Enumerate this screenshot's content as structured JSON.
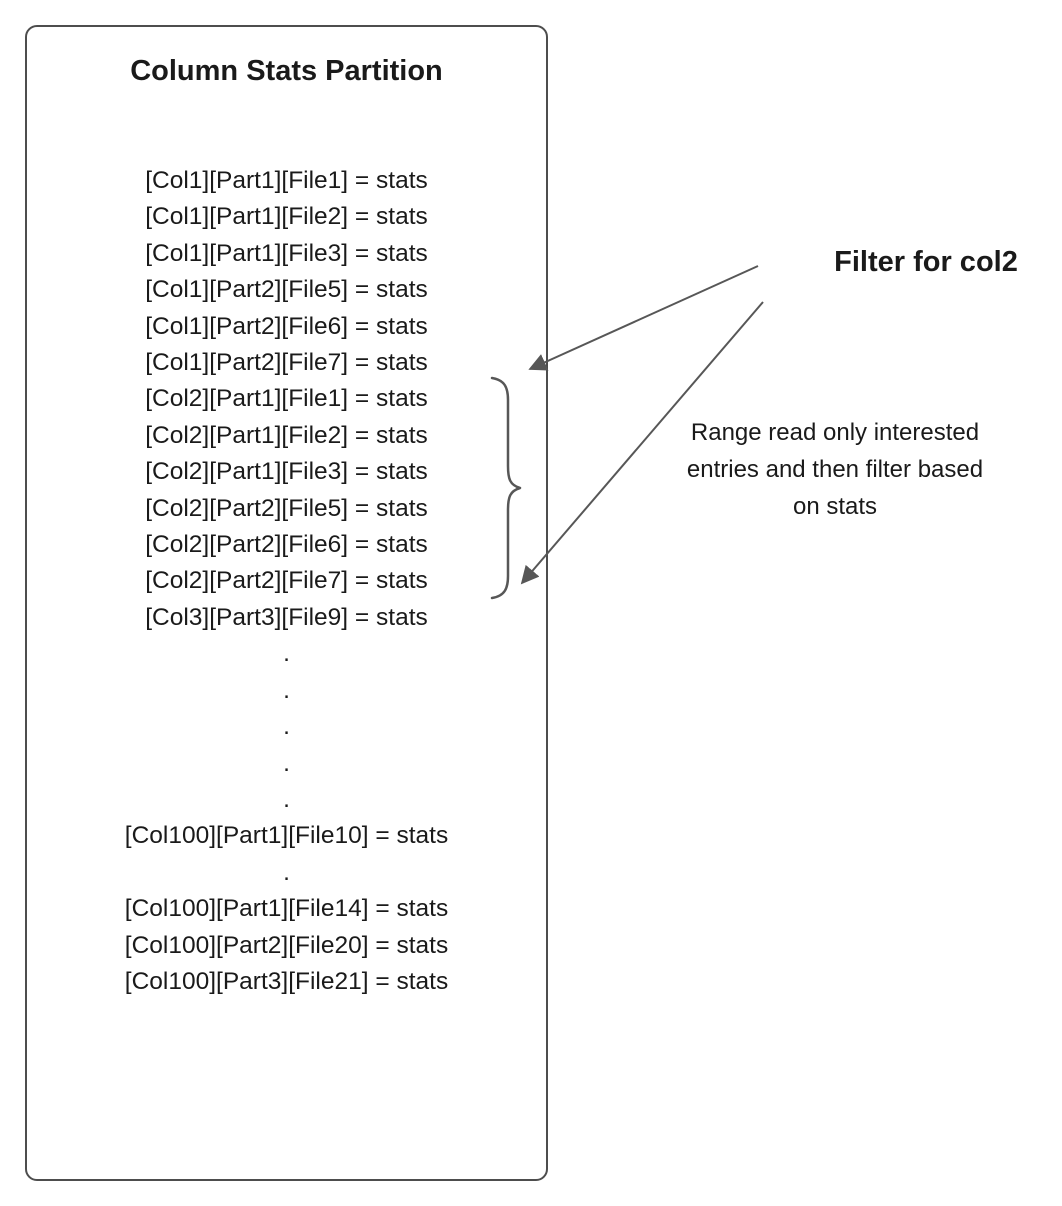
{
  "diagram": {
    "box": {
      "title": "Column Stats Partition",
      "entries": [
        "[Col1][Part1][File1] = stats",
        "[Col1][Part1][File2] = stats",
        "[Col1][Part1][File3] = stats",
        "[Col1][Part2][File5] = stats",
        "[Col1][Part2][File6] = stats",
        "[Col1][Part2][File7] = stats",
        "[Col2][Part1][File1] = stats",
        "[Col2][Part1][File2] = stats",
        "[Col2][Part1][File3] = stats",
        "[Col2][Part2][File5] = stats",
        "[Col2][Part2][File6] = stats",
        "[Col2][Part2][File7] = stats",
        "[Col3][Part3][File9] = stats",
        ".",
        ".",
        ".",
        ".",
        ".",
        "[Col100][Part1][File10] = stats",
        ".",
        "[Col100][Part1][File14] = stats",
        "[Col100][Part2][File20] = stats",
        "[Col100][Part3][File21] = stats"
      ]
    },
    "annotations": {
      "filter_label": "Filter for col2",
      "range_note": "Range read only interested entries and then filter based on stats"
    }
  },
  "colors": {
    "border": "#4d4d4d",
    "text": "#1a1a1a",
    "arrow": "#575757",
    "bg": "#ffffff"
  }
}
